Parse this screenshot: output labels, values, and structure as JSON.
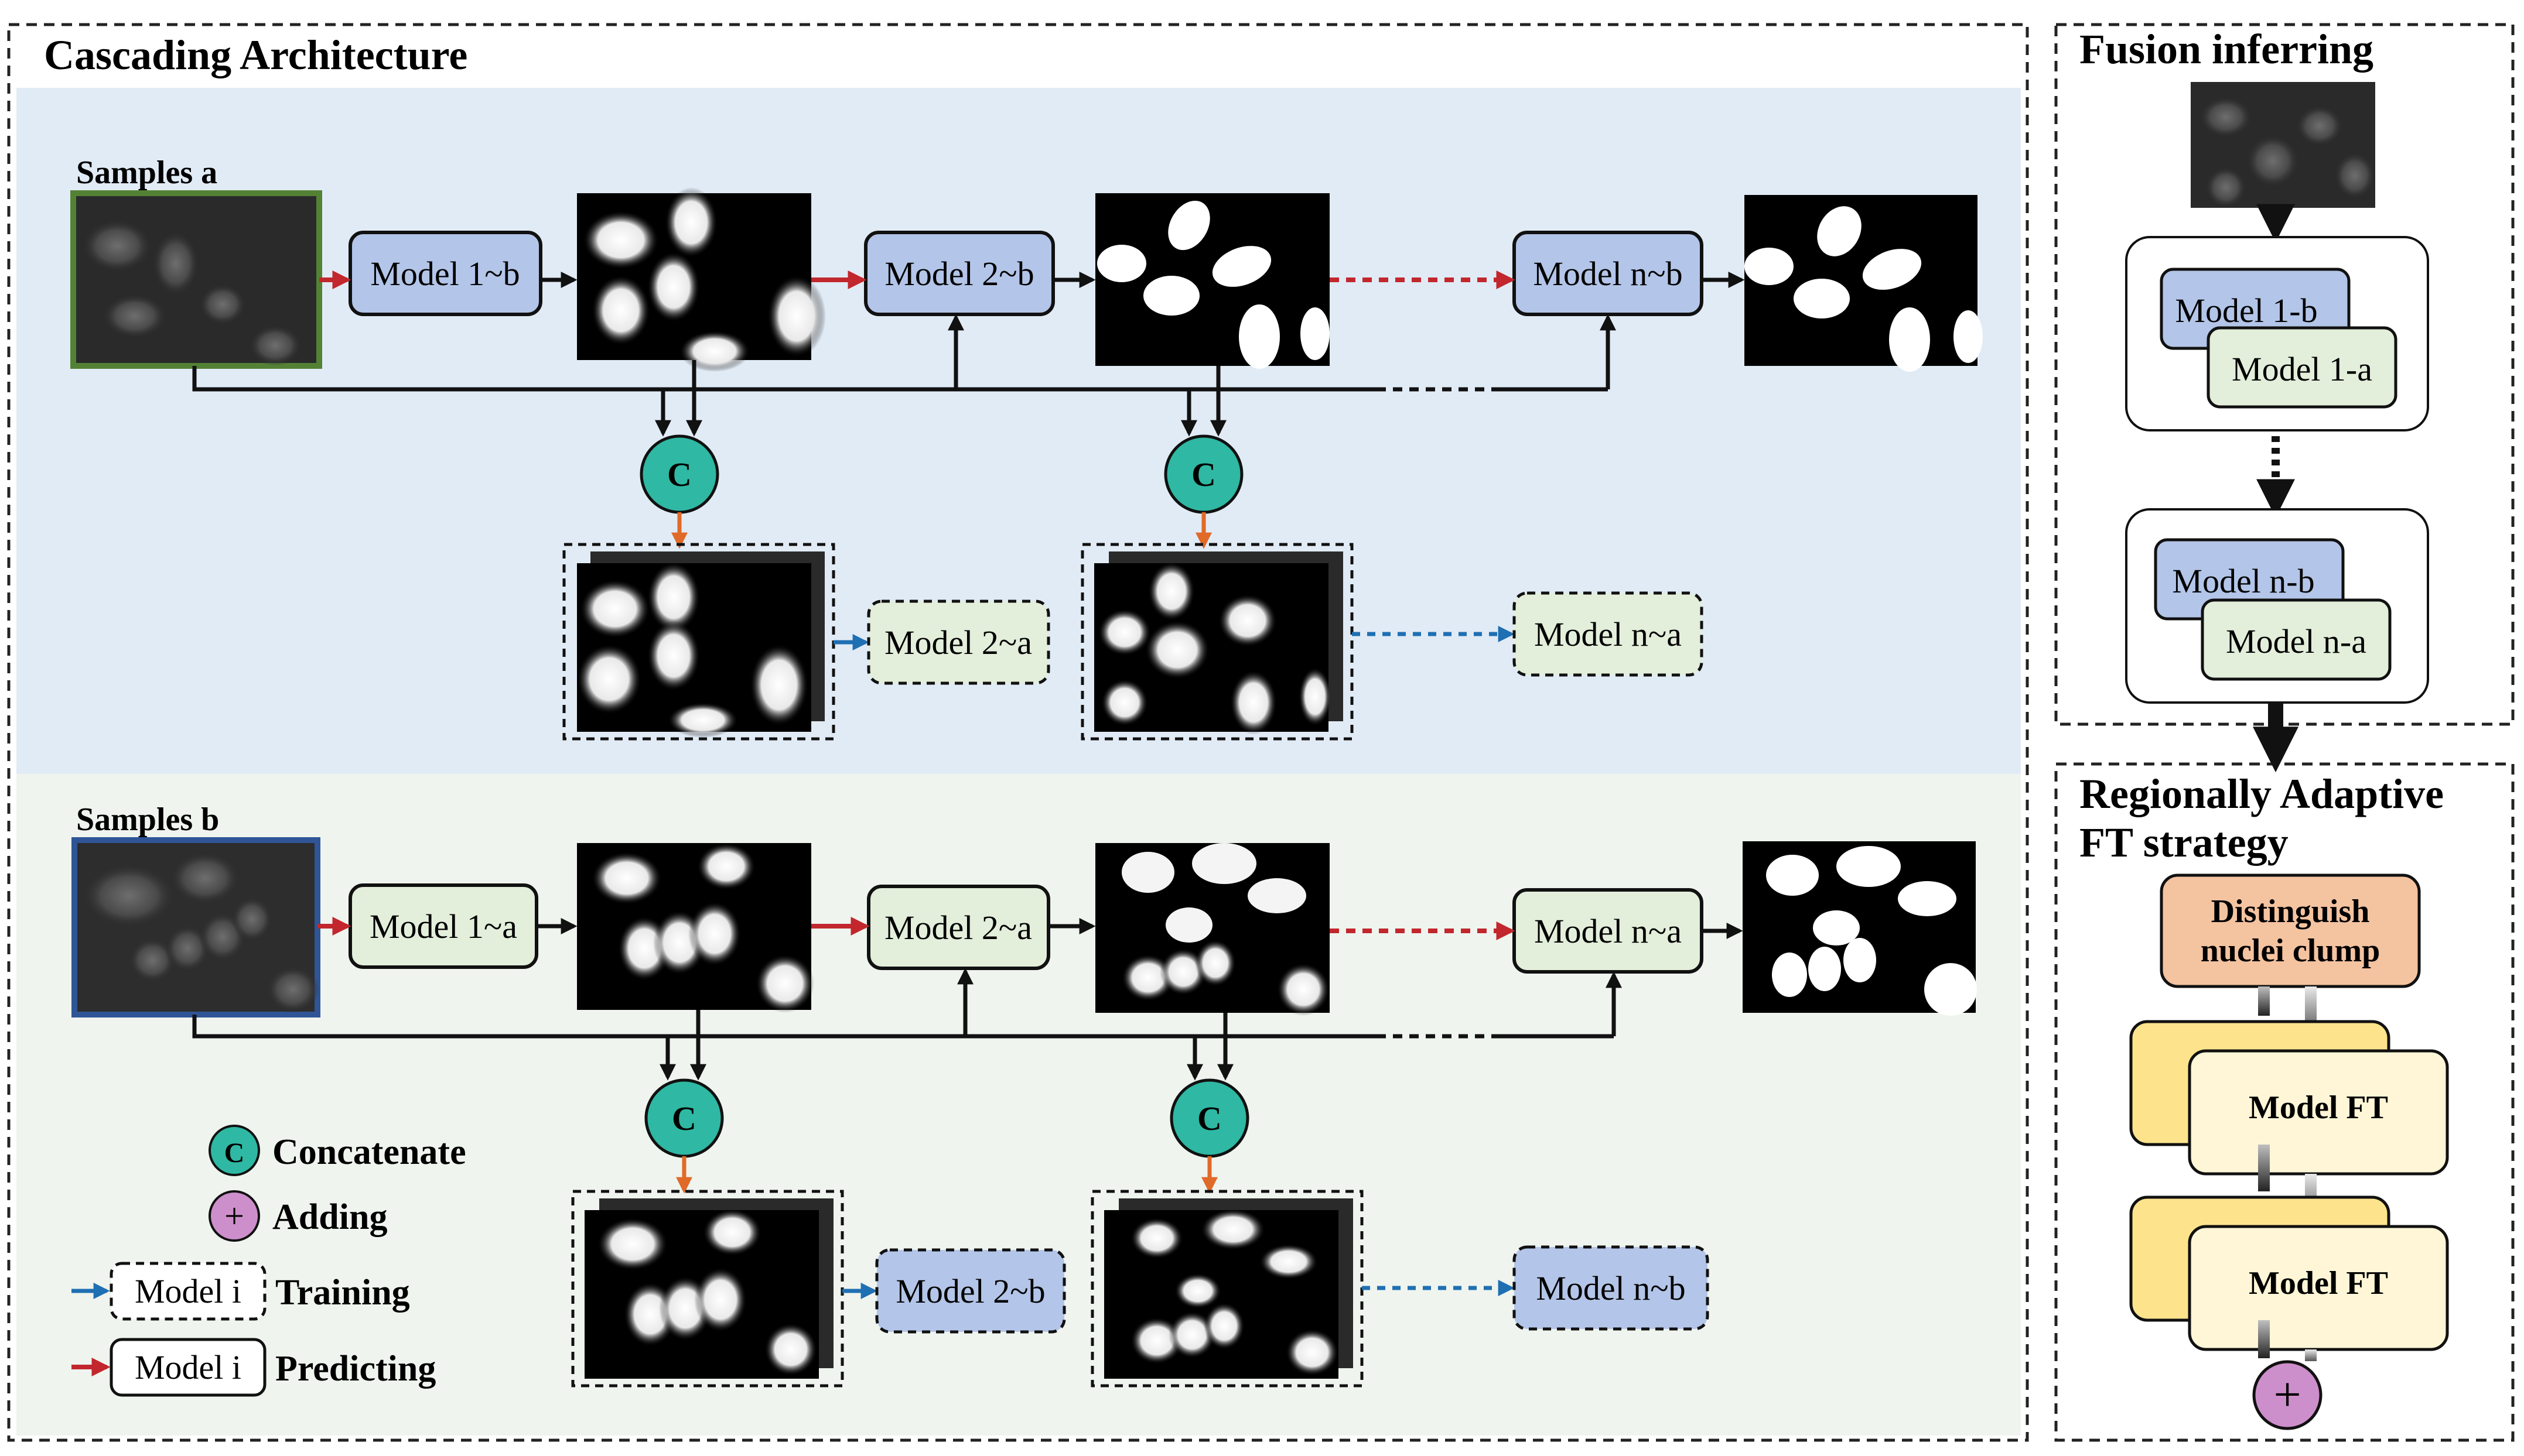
{
  "panels": {
    "cascading_title": "Cascading Architecture",
    "fusion_title": "Fusion inferring",
    "ft_title_line1": "Regionally Adaptive",
    "ft_title_line2": "FT strategy"
  },
  "samples_a": {
    "label": "Samples a",
    "models": [
      "Model 1~b",
      "Model 2~b",
      "Model n~b"
    ],
    "train_models": [
      "Model 2~a",
      "Model n~a"
    ]
  },
  "samples_b": {
    "label": "Samples b",
    "models": [
      "Model 1~a",
      "Model 2~a",
      "Model n~a"
    ],
    "train_models": [
      "Model 2~b",
      "Model n~b"
    ]
  },
  "concat_symbol": "C",
  "add_symbol": "+",
  "legend": {
    "concatenate": "Concatenate",
    "adding": "Adding",
    "training": "Training",
    "predicting": "Predicting",
    "model_i": "Model i"
  },
  "fusion": {
    "group1": [
      "Model 1-b",
      "Model 1-a"
    ],
    "group2": [
      "Model n-b",
      "Model n-a"
    ]
  },
  "ft": {
    "distinguish_line1": "Distinguish",
    "distinguish_line2": "nuclei clump",
    "model_ft_1": "Model FT",
    "model_ft_2": "Model FT"
  },
  "colors": {
    "blue_bg": "#e1ebf5",
    "green_bg": "#eff4ee",
    "model_blue": "#b3c5e8",
    "model_green": "#e3eedb",
    "concat": "#2fb8a3",
    "adding": "#cd8fcb",
    "distinguish": "#f4c3a0",
    "ft_yellow": "#fde48c",
    "ft_light": "#fef6d6",
    "red_arrow": "#c1272d",
    "blue_arrow": "#1f6fb3",
    "orange_arrow": "#e06a28"
  }
}
